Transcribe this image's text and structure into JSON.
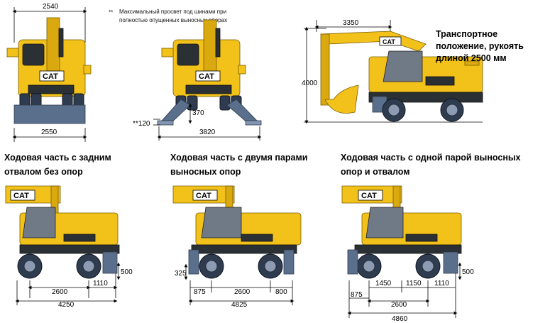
{
  "top_row": {
    "front_view_blade": {
      "dims": {
        "width_top": "2540",
        "width_bottom": "2550"
      },
      "logo": "CAT"
    },
    "front_view_outriggers": {
      "note_marker": "**",
      "note_text": "Максимальный просвет под шинами при полностью опущенных выносных опорах",
      "dims": {
        "clearance_marked": "**120",
        "height": "370",
        "width": "3820"
      },
      "logo": "CAT"
    },
    "transport_view": {
      "caption": "Транспортное положение, рукоять длиной 2500 мм",
      "dims": {
        "length": "3350",
        "height": "4000"
      },
      "logo": "CAT"
    }
  },
  "bottom_row": [
    {
      "caption": "Ходовая часть с задним отвалом без опор",
      "logo": "CAT",
      "dims": {
        "wheelbase": "2600",
        "rear": "1110",
        "height": "500",
        "total": "4250"
      }
    },
    {
      "caption": "Ходовая часть с двумя парами выносных опор",
      "logo": "CAT",
      "dims": {
        "height": "325",
        "front": "875",
        "wheelbase": "2600",
        "rear": "800",
        "total": "4825"
      }
    },
    {
      "caption": "Ходовая часть с одной парой выносных опор и отвалом",
      "logo": "CAT",
      "dims": {
        "height": "500",
        "front": "875",
        "seg1": "1450",
        "seg2": "1150",
        "rear": "1110",
        "wheelbase": "2600",
        "total": "4860"
      }
    }
  ],
  "colors": {
    "cat_yellow": "#f2c21b",
    "undercarriage_blue": "#5a6f8c",
    "tire": "#2f3c50"
  }
}
